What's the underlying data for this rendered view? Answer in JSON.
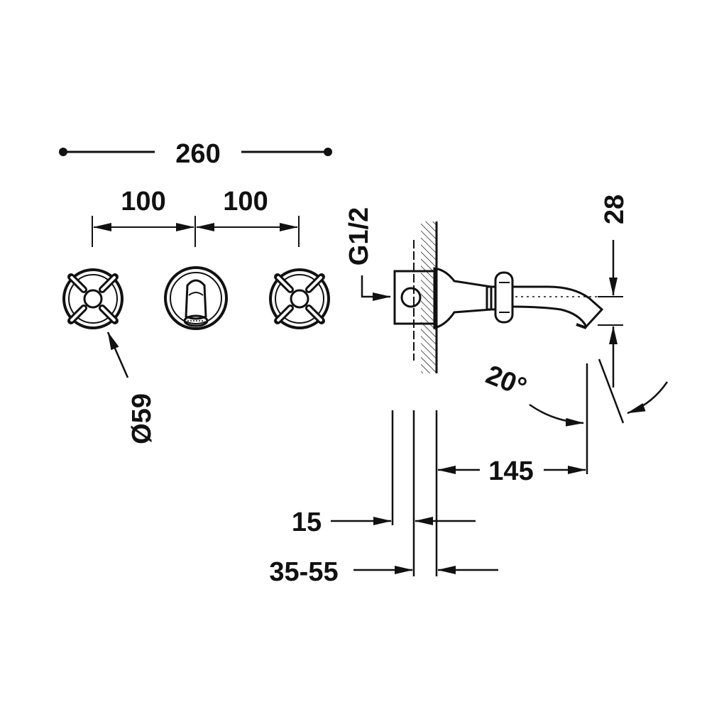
{
  "diagram": {
    "labels": {
      "overall_width": "260",
      "spacing_left": "100",
      "spacing_right": "100",
      "handle_diameter": "Ø59",
      "connection_thread": "G1/2",
      "spout_height": "28",
      "spout_angle": "20°",
      "spout_projection": "145",
      "plate_thickness": "15",
      "wall_depth_range": "35-55"
    },
    "colors": {
      "ink": "#111111",
      "background": "#ffffff"
    }
  }
}
